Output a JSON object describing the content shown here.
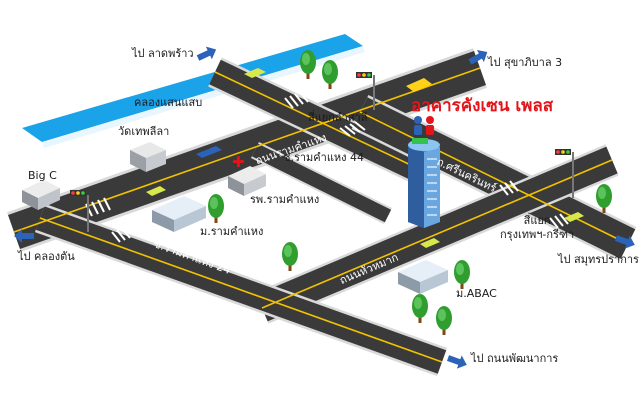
{
  "title": "อาคารคังเซน เพลส",
  "directions": {
    "ladprao": "ไป ลาดพร้าว",
    "sukhapiban3": "ไป สุขาภิบาล 3",
    "khlongtan": "ไป คลองตัน",
    "samutprakan": "ไป สมุทรปราการ",
    "phatthanakan": "ไป ถนนพัฒนาการ"
  },
  "places": {
    "canal": "คลองแสนแสบ",
    "temple": "วัดเทพลีลา",
    "bigc": "Big C",
    "hospital": "รพ.รามคำแหง",
    "university_ram": "ม.รามคำแหง",
    "abac": "ม.ABAC",
    "junction_lamsali": "สี่แยกลำสาลี",
    "junction_krungthep_krita": "สี่แยก\nกรุงเทพฯ-กรีฑา"
  },
  "roads": {
    "ramkhamhaeng": "ถนนรามคำแหง",
    "soi44": "ซ.รามคำแหง 44",
    "soi24": "ซ.รามคำแหง 24",
    "srinakarin": "ถ.ศรีนครินทร์",
    "huamak": "ถนนหัวหมาก"
  },
  "colors": {
    "road": "#3a3a3a",
    "road_edge": "#d9d9d9",
    "center_line": "#f2c200",
    "canal": "#1aa3e8",
    "title": "#e4141b",
    "arrow": "#2b63b8",
    "tree": "#2f9e2f"
  }
}
